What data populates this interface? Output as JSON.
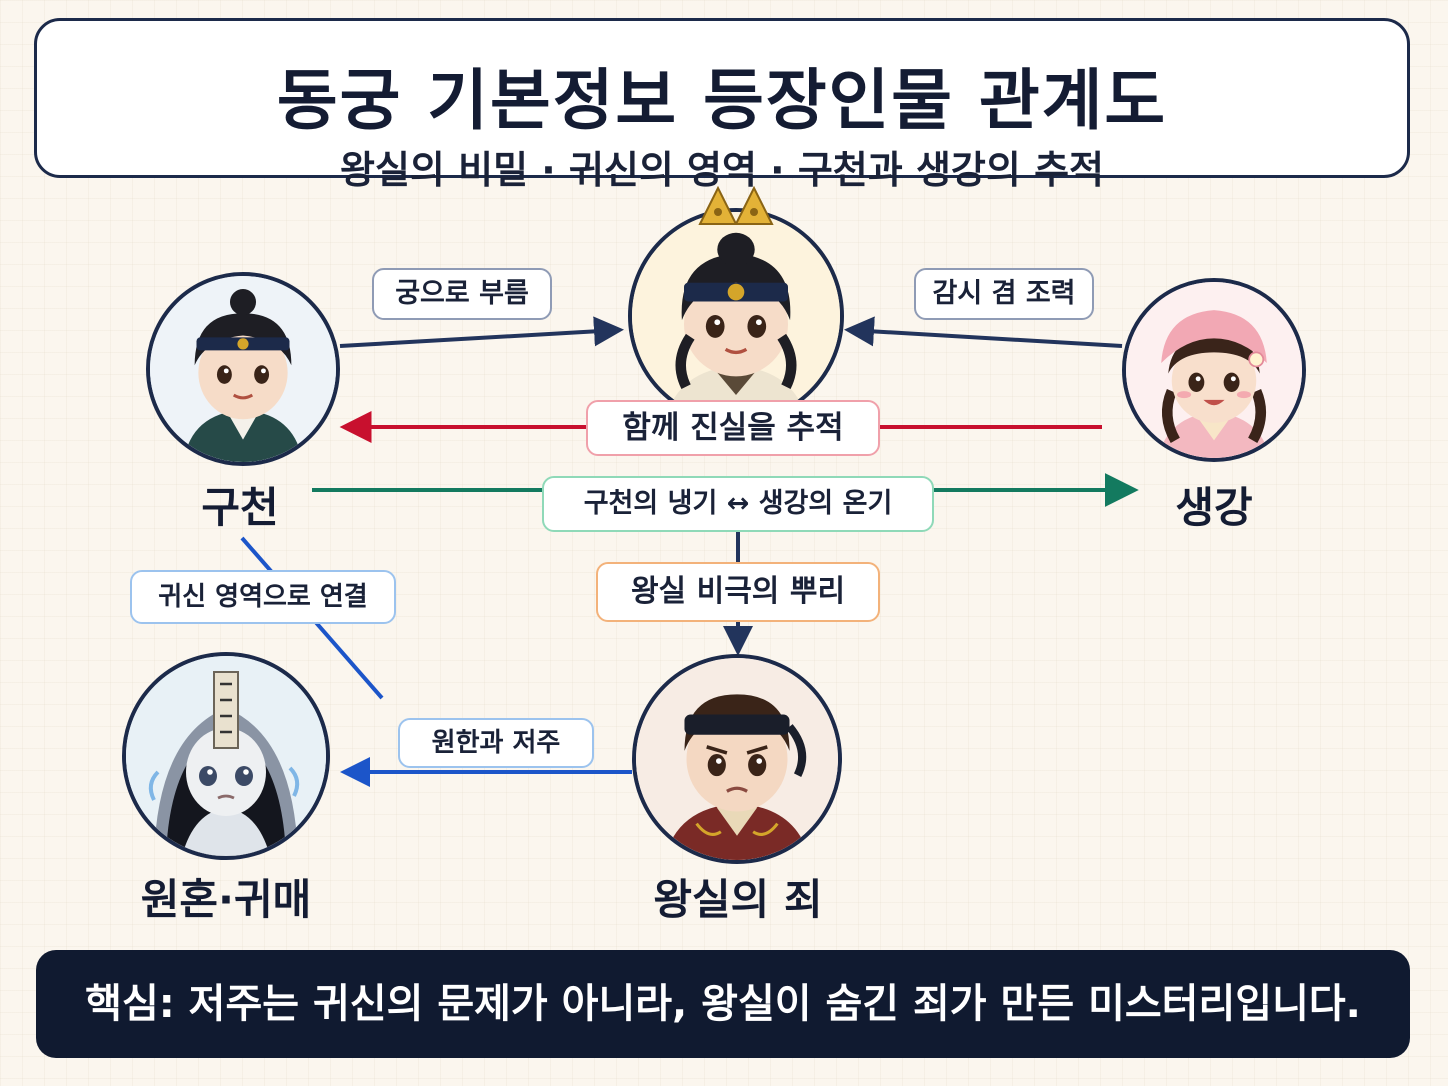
{
  "header": {
    "title": "동궁 기본정보 등장인물 관계도",
    "subtitle": "왕실의 비밀 · 귀신의 영역 · 구천과 생강의 추적"
  },
  "characters": {
    "gucheon": "구천",
    "saenggang": "생강",
    "wonhon": "원혼·귀매",
    "royal_sin": "왕실의 죄"
  },
  "relations": {
    "call_to_palace": "궁으로 부름",
    "watch_and_help": "감시 겸 조력",
    "chase_truth": "함께 진실을 추적",
    "cold_warm": "구천의 냉기 ↔ 생강의 온기",
    "root_tragedy": "왕실 비극의 뿌리",
    "ghost_link": "귀신 영역으로 연결",
    "grudge_curse": "원한과 저주"
  },
  "footer": {
    "message": "핵심: 저주는 귀신의 문제가 아니라, 왕실이 숨긴 죄가 만든 미스터리입니다."
  },
  "colors": {
    "navy": "#22345c",
    "red": "#c8102e",
    "green": "#137a5f",
    "blue": "#1c55c9",
    "pink_border": "#f0a0aa",
    "green_border": "#8fd9b8",
    "orange_border": "#f3b27a",
    "blue_border": "#9cc3ee"
  }
}
